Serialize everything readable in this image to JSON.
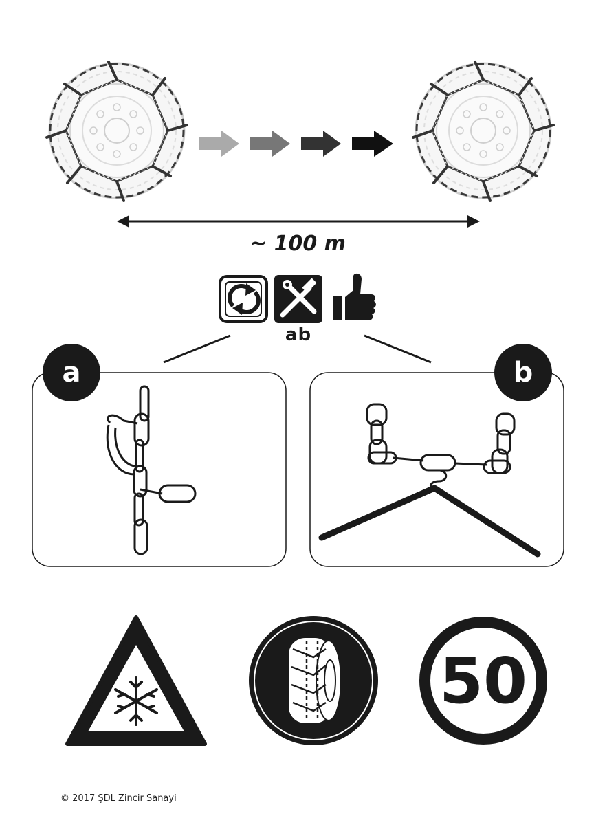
{
  "distance": {
    "label": "~ 100 m"
  },
  "panels": {
    "a": {
      "letter": "a"
    },
    "b": {
      "letter": "b"
    }
  },
  "icons": {
    "tool_letters": "ab",
    "items": [
      "rotate-icon",
      "tools-icon",
      "thumbs-up-icon"
    ]
  },
  "signs": {
    "speed_limit": "50",
    "items": [
      "snow-warning-sign",
      "chains-required-sign",
      "speed-limit-sign"
    ]
  },
  "footer": {
    "copyright": "© 2017 ŞDL Zincir Sanayi"
  },
  "colors": {
    "arrow_1": "#aaaaaa",
    "arrow_2": "#777777",
    "arrow_3": "#333333",
    "arrow_4": "#111111",
    "ink": "#1a1a1a"
  }
}
